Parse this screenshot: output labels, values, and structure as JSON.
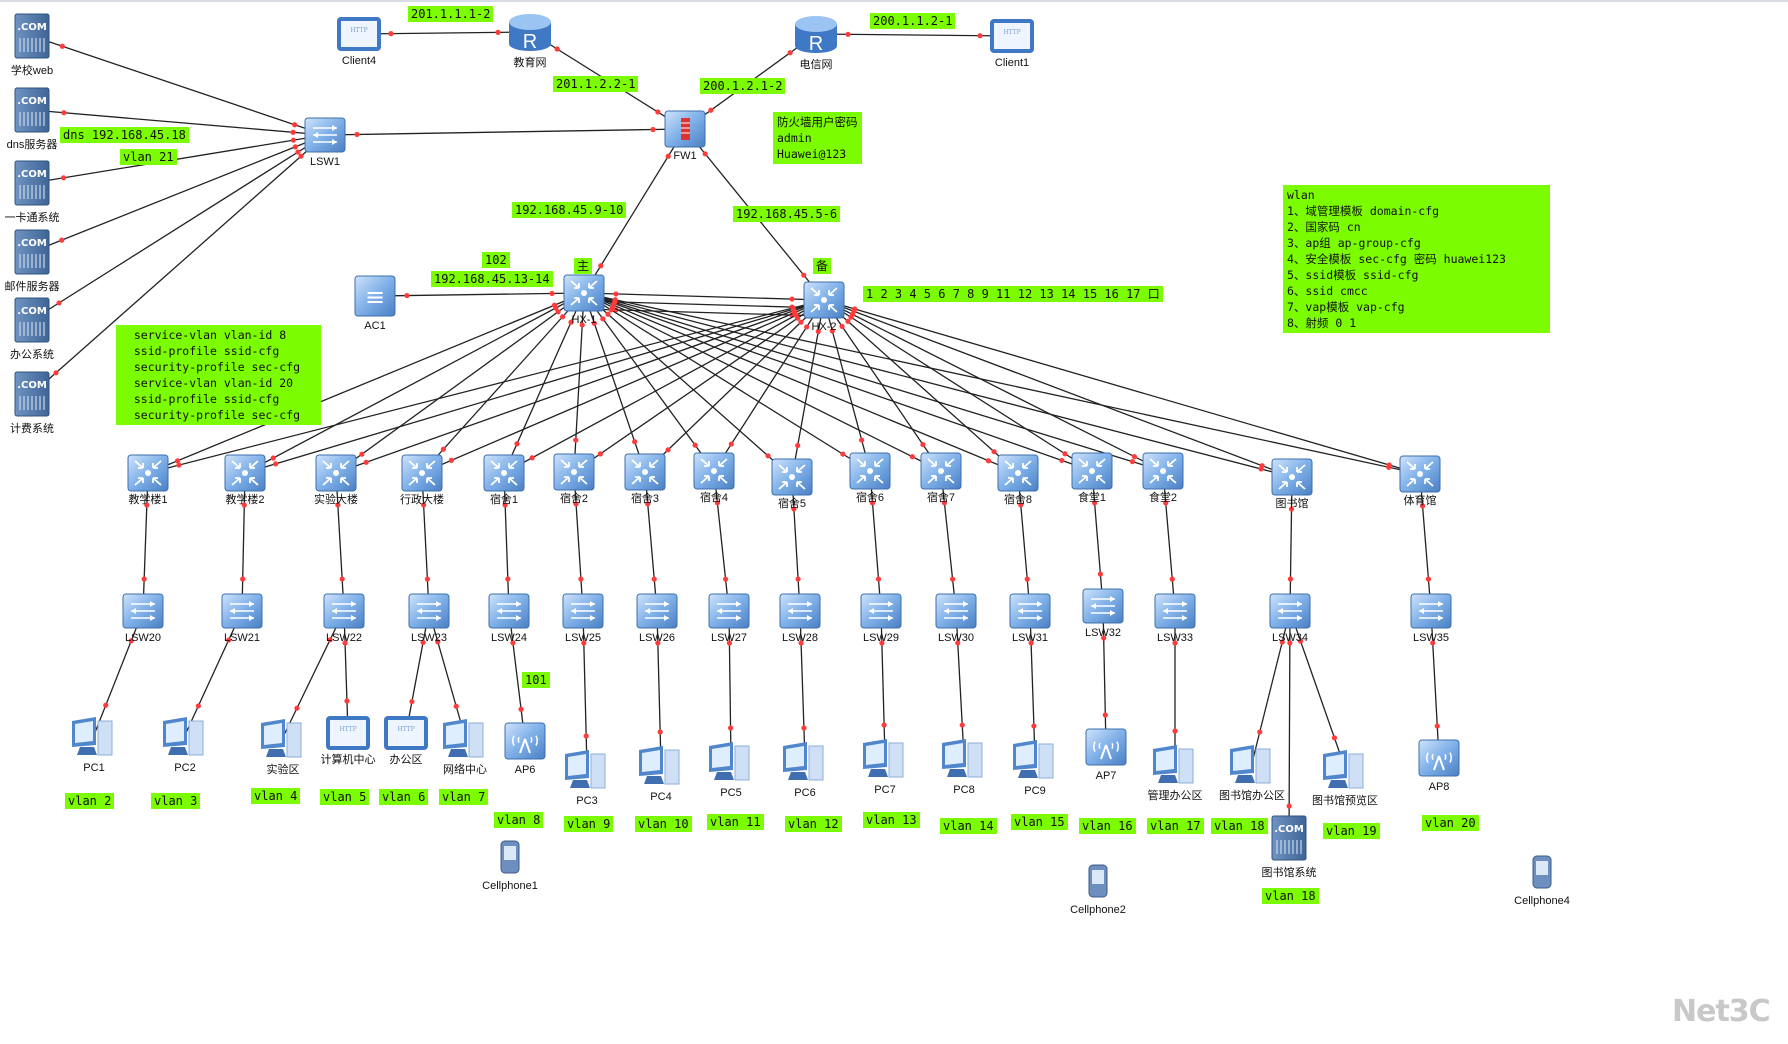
{
  "colors": {
    "note_bg": "#7cfc00",
    "link": "#222222",
    "port_dot": "#ff3b3b",
    "device": "#5b8fd0"
  },
  "nodes": [
    {
      "id": "srv_web",
      "type": "server",
      "label": "学校web"
    },
    {
      "id": "srv_dns",
      "type": "server",
      "label": "dns服务器"
    },
    {
      "id": "srv_card",
      "type": "server",
      "label": "一卡通系统"
    },
    {
      "id": "srv_mail",
      "type": "server",
      "label": "邮件服务器"
    },
    {
      "id": "srv_office",
      "type": "server",
      "label": "办公系统"
    },
    {
      "id": "srv_bill",
      "type": "server",
      "label": "计费系统"
    },
    {
      "id": "lsw1",
      "type": "switch",
      "label": "LSW1"
    },
    {
      "id": "client4",
      "type": "client",
      "label": "Client4"
    },
    {
      "id": "r_edu",
      "type": "router",
      "label": "教育网"
    },
    {
      "id": "r_tel",
      "type": "router",
      "label": "电信网"
    },
    {
      "id": "client1",
      "type": "client",
      "label": "Client1"
    },
    {
      "id": "fw1",
      "type": "firewall",
      "label": "FW1"
    },
    {
      "id": "hx1",
      "type": "core",
      "label": "HX-1"
    },
    {
      "id": "hx2",
      "type": "core",
      "label": "HX-2"
    },
    {
      "id": "ac1",
      "type": "ac",
      "label": "AC1"
    },
    {
      "id": "d1",
      "type": "core",
      "label": "教学楼1"
    },
    {
      "id": "d2",
      "type": "core",
      "label": "教学楼2"
    },
    {
      "id": "d3",
      "type": "core",
      "label": "实验大楼"
    },
    {
      "id": "d4",
      "type": "core",
      "label": "行政大楼"
    },
    {
      "id": "d5",
      "type": "core",
      "label": "宿舍1"
    },
    {
      "id": "d6",
      "type": "core",
      "label": "宿舍2"
    },
    {
      "id": "d7",
      "type": "core",
      "label": "宿舍3"
    },
    {
      "id": "d8",
      "type": "core",
      "label": "宿舍4"
    },
    {
      "id": "d9",
      "type": "core",
      "label": "宿舍5"
    },
    {
      "id": "d10",
      "type": "core",
      "label": "宿舍6"
    },
    {
      "id": "d11",
      "type": "core",
      "label": "宿舍7"
    },
    {
      "id": "d12",
      "type": "core",
      "label": "宿舍8"
    },
    {
      "id": "d13",
      "type": "core",
      "label": "食堂1"
    },
    {
      "id": "d14",
      "type": "core",
      "label": "食堂2"
    },
    {
      "id": "d15",
      "type": "core",
      "label": "图书馆"
    },
    {
      "id": "d16",
      "type": "core",
      "label": "体育馆"
    },
    {
      "id": "a20",
      "type": "switch",
      "label": "LSW20"
    },
    {
      "id": "a21",
      "type": "switch",
      "label": "LSW21"
    },
    {
      "id": "a22",
      "type": "switch",
      "label": "LSW22"
    },
    {
      "id": "a23",
      "type": "switch",
      "label": "LSW23"
    },
    {
      "id": "a24",
      "type": "switch",
      "label": "LSW24"
    },
    {
      "id": "a25",
      "type": "switch",
      "label": "LSW25"
    },
    {
      "id": "a26",
      "type": "switch",
      "label": "LSW26"
    },
    {
      "id": "a27",
      "type": "switch",
      "label": "LSW27"
    },
    {
      "id": "a28",
      "type": "switch",
      "label": "LSW28"
    },
    {
      "id": "a29",
      "type": "switch",
      "label": "LSW29"
    },
    {
      "id": "a30",
      "type": "switch",
      "label": "LSW30"
    },
    {
      "id": "a31",
      "type": "switch",
      "label": "LSW31"
    },
    {
      "id": "a32",
      "type": "switch",
      "label": "LSW32"
    },
    {
      "id": "a33",
      "type": "switch",
      "label": "LSW33"
    },
    {
      "id": "a34",
      "type": "switch",
      "label": "LSW34"
    },
    {
      "id": "a35",
      "type": "switch",
      "label": "LSW35"
    },
    {
      "id": "pc1",
      "type": "pc",
      "label": "PC1"
    },
    {
      "id": "pc2",
      "type": "pc",
      "label": "PC2"
    },
    {
      "id": "lab",
      "type": "pc",
      "label": "实验区"
    },
    {
      "id": "cc",
      "type": "client",
      "label": "计算机中心"
    },
    {
      "id": "oa",
      "type": "client",
      "label": "办公区"
    },
    {
      "id": "nc",
      "type": "pc",
      "label": "网络中心"
    },
    {
      "id": "ap6",
      "type": "ap",
      "label": "AP6"
    },
    {
      "id": "pc3",
      "type": "pc",
      "label": "PC3"
    },
    {
      "id": "pc4",
      "type": "pc",
      "label": "PC4"
    },
    {
      "id": "pc5",
      "type": "pc",
      "label": "PC5"
    },
    {
      "id": "pc6",
      "type": "pc",
      "label": "PC6"
    },
    {
      "id": "pc7",
      "type": "pc",
      "label": "PC7"
    },
    {
      "id": "pc8",
      "type": "pc",
      "label": "PC8"
    },
    {
      "id": "pc9",
      "type": "pc",
      "label": "PC9"
    },
    {
      "id": "ap7",
      "type": "ap",
      "label": "AP7"
    },
    {
      "id": "mgmt",
      "type": "pc",
      "label": "管理办公区"
    },
    {
      "id": "liboff",
      "type": "pc",
      "label": "图书馆办公区"
    },
    {
      "id": "libsys",
      "type": "server",
      "label": "图书馆系统"
    },
    {
      "id": "libread",
      "type": "pc",
      "label": "图书馆预览区"
    },
    {
      "id": "ap8",
      "type": "ap",
      "label": "AP8"
    },
    {
      "id": "cell1",
      "type": "phone",
      "label": "Cellphone1"
    },
    {
      "id": "cell2",
      "type": "phone",
      "label": "Cellphone2"
    },
    {
      "id": "cell4",
      "type": "phone",
      "label": "Cellphone4"
    }
  ],
  "links": [
    [
      "srv_web",
      "lsw1"
    ],
    [
      "srv_dns",
      "lsw1"
    ],
    [
      "srv_card",
      "lsw1"
    ],
    [
      "srv_mail",
      "lsw1"
    ],
    [
      "srv_office",
      "lsw1"
    ],
    [
      "srv_bill",
      "lsw1"
    ],
    [
      "lsw1",
      "fw1"
    ],
    [
      "client4",
      "r_edu"
    ],
    [
      "r_edu",
      "fw1"
    ],
    [
      "r_tel",
      "fw1"
    ],
    [
      "r_tel",
      "client1"
    ],
    [
      "fw1",
      "hx1"
    ],
    [
      "fw1",
      "hx2"
    ],
    [
      "ac1",
      "hx1"
    ],
    [
      "hx1",
      "hx2"
    ],
    [
      "hx1",
      "hx2"
    ],
    [
      "hx1",
      "hx2"
    ],
    [
      "d1",
      "a20"
    ],
    [
      "d2",
      "a21"
    ],
    [
      "d3",
      "a22"
    ],
    [
      "d4",
      "a23"
    ],
    [
      "d5",
      "a24"
    ],
    [
      "d6",
      "a25"
    ],
    [
      "d7",
      "a26"
    ],
    [
      "d8",
      "a27"
    ],
    [
      "d9",
      "a28"
    ],
    [
      "d10",
      "a29"
    ],
    [
      "d11",
      "a30"
    ],
    [
      "d12",
      "a31"
    ],
    [
      "d13",
      "a32"
    ],
    [
      "d14",
      "a33"
    ],
    [
      "d15",
      "a34"
    ],
    [
      "d16",
      "a35"
    ],
    [
      "a20",
      "pc1"
    ],
    [
      "a21",
      "pc2"
    ],
    [
      "a22",
      "lab"
    ],
    [
      "a22",
      "cc"
    ],
    [
      "a23",
      "oa"
    ],
    [
      "a23",
      "nc"
    ],
    [
      "a24",
      "ap6"
    ],
    [
      "a25",
      "pc3"
    ],
    [
      "a26",
      "pc4"
    ],
    [
      "a27",
      "pc5"
    ],
    [
      "a28",
      "pc6"
    ],
    [
      "a29",
      "pc7"
    ],
    [
      "a30",
      "pc8"
    ],
    [
      "a31",
      "pc9"
    ],
    [
      "a32",
      "ap7"
    ],
    [
      "a33",
      "mgmt"
    ],
    [
      "a34",
      "liboff"
    ],
    [
      "a34",
      "libsys"
    ],
    [
      "a34",
      "libread"
    ],
    [
      "a35",
      "ap8"
    ]
  ],
  "core_uplinks": {
    "cores": [
      "hx1",
      "hx2"
    ],
    "targets": [
      "d1",
      "d2",
      "d3",
      "d4",
      "d5",
      "d6",
      "d7",
      "d8",
      "d9",
      "d10",
      "d11",
      "d12",
      "d13",
      "d14",
      "d15",
      "d16"
    ]
  },
  "notes": [
    {
      "id": "n_edu_client",
      "lines": [
        "201.1.1.1-2"
      ]
    },
    {
      "id": "n_edu_fw",
      "lines": [
        "201.1.2.2-1"
      ]
    },
    {
      "id": "n_tel_fw",
      "lines": [
        "200.1.2.1-2"
      ]
    },
    {
      "id": "n_tel_client",
      "lines": [
        "200.1.1.2-1"
      ]
    },
    {
      "id": "n_fw_pass",
      "lines": [
        "防火墙用户密码",
        "admin",
        "Huawei@123"
      ]
    },
    {
      "id": "n_dns",
      "lines": [
        "dns 192.168.45.18"
      ]
    },
    {
      "id": "n_vlan21",
      "lines": [
        "vlan 21"
      ]
    },
    {
      "id": "n_fw_hx1",
      "lines": [
        "192.168.45.9-10"
      ]
    },
    {
      "id": "n_fw_hx2",
      "lines": [
        "192.168.45.5-6"
      ]
    },
    {
      "id": "n_102",
      "lines": [
        "102"
      ]
    },
    {
      "id": "n_ac_hx1",
      "lines": [
        "192.168.45.13-14"
      ]
    },
    {
      "id": "n_master",
      "lines": [
        "主"
      ]
    },
    {
      "id": "n_backup",
      "lines": [
        "备"
      ]
    },
    {
      "id": "n_ports",
      "lines": [
        "1 2 3 4 5 6 7 8 9 11 12 13 14 15 16 17 口"
      ]
    },
    {
      "id": "n_service",
      "lines": [
        "  service-vlan vlan-id 8",
        "  ssid-profile ssid-cfg",
        "  security-profile sec-cfg",
        "  service-vlan vlan-id 20",
        "  ssid-profile ssid-cfg",
        "  security-profile sec-cfg"
      ]
    },
    {
      "id": "n_wlan",
      "lines": [
        "wlan",
        "1、域管理模板 domain-cfg",
        "2、国家码 cn",
        "3、ap组 ap-group-cfg",
        "4、安全模板 sec-cfg 密码 huawei123",
        "5、ssid模板 ssid-cfg",
        "6、ssid cmcc",
        "7、vap模板 vap-cfg",
        "8、射频 0 1"
      ]
    },
    {
      "id": "n_101",
      "lines": [
        "101"
      ]
    },
    {
      "id": "v2",
      "lines": [
        "vlan 2"
      ]
    },
    {
      "id": "v3",
      "lines": [
        "vlan 3"
      ]
    },
    {
      "id": "v4",
      "lines": [
        "vlan 4"
      ]
    },
    {
      "id": "v5",
      "lines": [
        "vlan 5"
      ]
    },
    {
      "id": "v6",
      "lines": [
        "vlan 6"
      ]
    },
    {
      "id": "v7",
      "lines": [
        "vlan 7"
      ]
    },
    {
      "id": "v8",
      "lines": [
        "vlan 8"
      ]
    },
    {
      "id": "v9",
      "lines": [
        "vlan 9"
      ]
    },
    {
      "id": "v10",
      "lines": [
        "vlan 10"
      ]
    },
    {
      "id": "v11",
      "lines": [
        "vlan 11"
      ]
    },
    {
      "id": "v12",
      "lines": [
        "vlan 12"
      ]
    },
    {
      "id": "v13",
      "lines": [
        "vlan 13"
      ]
    },
    {
      "id": "v14",
      "lines": [
        "vlan 14"
      ]
    },
    {
      "id": "v15",
      "lines": [
        "vlan 15"
      ]
    },
    {
      "id": "v16",
      "lines": [
        "vlan 16"
      ]
    },
    {
      "id": "v17",
      "lines": [
        "vlan 17"
      ]
    },
    {
      "id": "v18",
      "lines": [
        "vlan 18"
      ]
    },
    {
      "id": "v19",
      "lines": [
        "vlan 19"
      ]
    },
    {
      "id": "v20",
      "lines": [
        "vlan 20"
      ]
    },
    {
      "id": "v18b",
      "lines": [
        "vlan 18"
      ]
    }
  ],
  "watermark": "Net3C"
}
